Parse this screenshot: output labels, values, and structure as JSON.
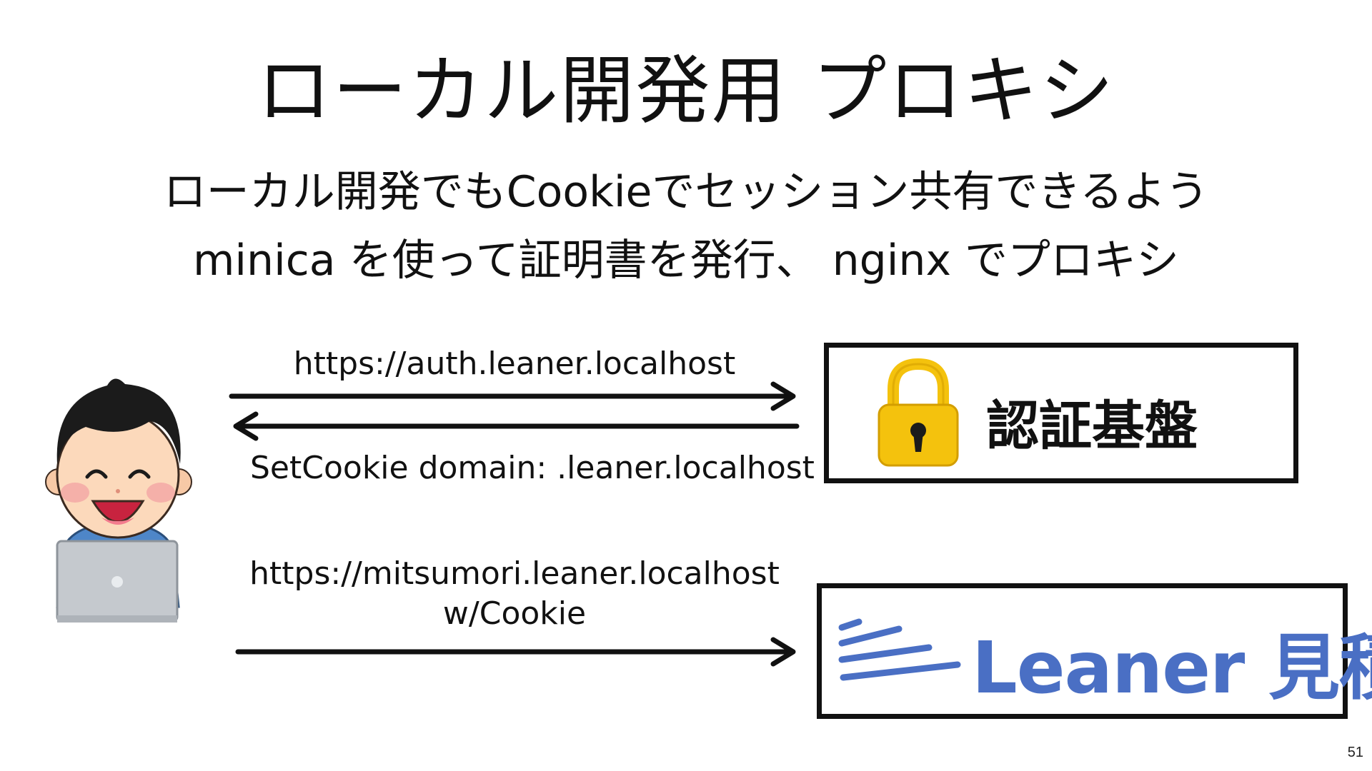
{
  "slide": {
    "title": "ローカル開発用 プロキシ",
    "subtitle_line1": "ローカル開発でもCookieでセッション共有できるよう",
    "subtitle_line2": "minica を使って証明書を発行、 nginx でプロキシ",
    "page_number": "51"
  },
  "diagram": {
    "request1_label": "https://auth.leaner.localhost",
    "response_label": "SetCookie domain: .leaner.localhost",
    "request2_label_line1": "https://mitsumori.leaner.localhost",
    "request2_label_line2": "w/Cookie",
    "auth_box_label": "認証基盤",
    "leaner_logo_text": "Leaner 見積"
  },
  "colors": {
    "brand_blue": "#4a6fc4",
    "lock_gold": "#f4c20d",
    "shirt_blue": "#4e86c8",
    "laptop_gray": "#c5c9ce"
  },
  "icons": {
    "user": "person-with-laptop-illustration",
    "lock": "padlock-icon",
    "logo": "leaner-logo-lines"
  }
}
